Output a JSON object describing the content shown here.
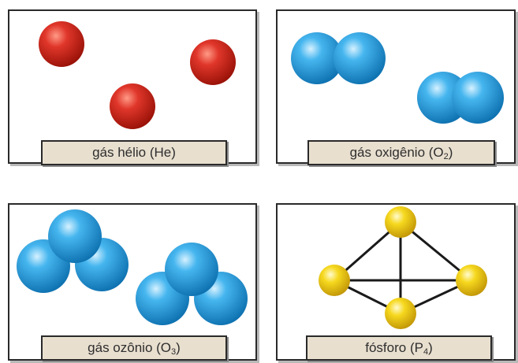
{
  "colors": {
    "helium_atom": "#d8281c",
    "oxygen_atom": "#1f9ee0",
    "phosphorus_atom": "#f3d21a",
    "label_background": "#e8dfcf"
  },
  "panels": [
    {
      "id": "helium",
      "label_prefix": "gás hélio (He)",
      "label_sub": "",
      "label_suffix": ""
    },
    {
      "id": "oxygen",
      "label_prefix": "gás oxigênio (O",
      "label_sub": "2",
      "label_suffix": ")"
    },
    {
      "id": "ozone",
      "label_prefix": "gás ozônio (O",
      "label_sub": "3",
      "label_suffix": ")"
    },
    {
      "id": "phosphorus",
      "label_prefix": "fósforo (P",
      "label_sub": "4",
      "label_suffix": ")"
    }
  ]
}
